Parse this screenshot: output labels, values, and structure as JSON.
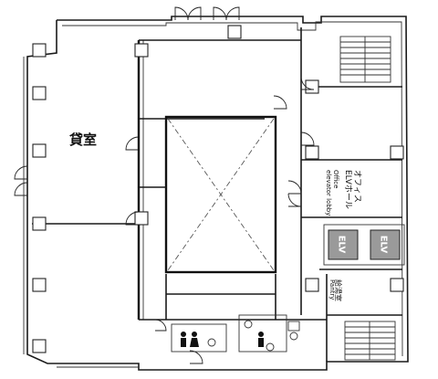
{
  "rooms": {
    "rental_room": "貸室"
  },
  "office_lobby": {
    "jp": "オフィス\nELVホール",
    "en": "Office\nelevator lobby"
  },
  "elevators": [
    {
      "label": "ELV"
    },
    {
      "label": "ELV"
    }
  ],
  "pantry": {
    "jp": "給湯室",
    "en": "Pantry"
  }
}
